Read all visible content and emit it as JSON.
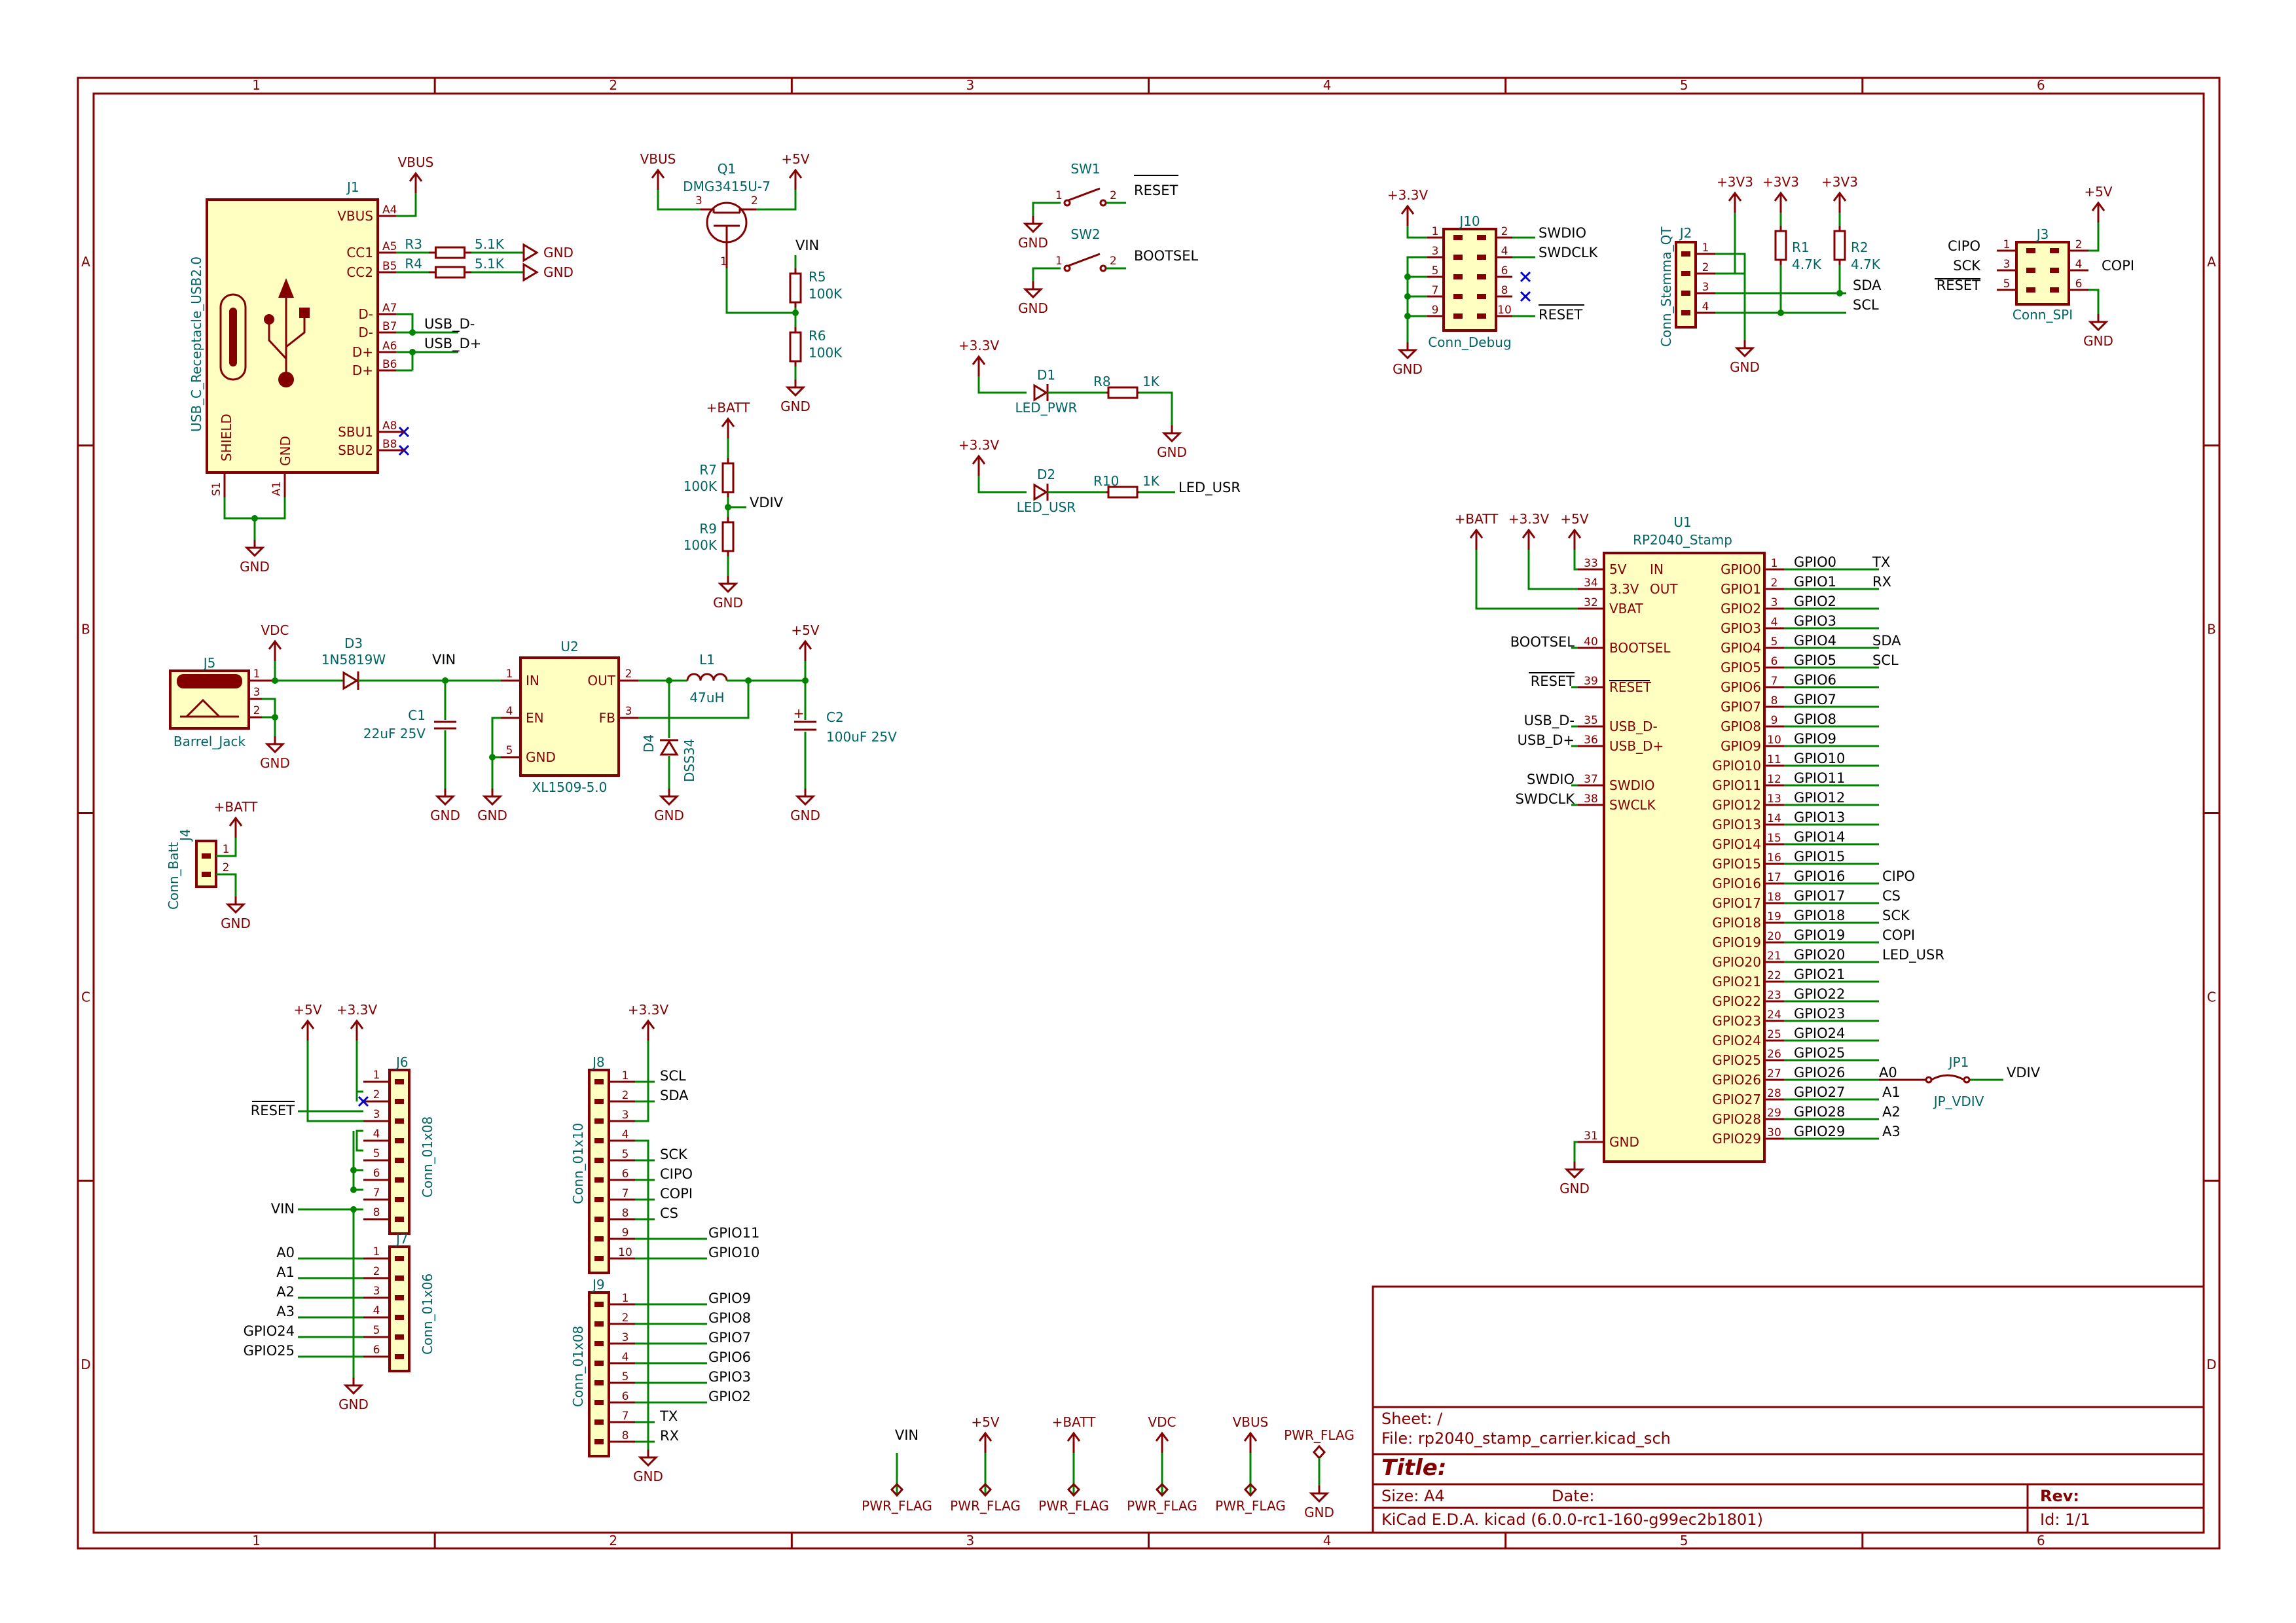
{
  "sheet": {
    "columns": [
      "1",
      "2",
      "3",
      "4",
      "5",
      "6"
    ],
    "rows": [
      "A",
      "B",
      "C",
      "D"
    ]
  },
  "title_block": {
    "sheet": "Sheet: /",
    "file": "File: rp2040_stamp_carrier.kicad_sch",
    "title": "Title:",
    "size": "Size: A4",
    "date": "Date:",
    "rev": "Rev:",
    "tool": "KiCad E.D.A.  kicad (6.0.0-rc1-160-g99ec2b1801)",
    "id": "Id: 1/1"
  },
  "components": {
    "J1": {
      "ref": "J1",
      "value": "USB_C_Receptacle_USB2.0",
      "pins_left": [
        "VBUS",
        "CC1",
        "CC2",
        "D-",
        "D-",
        "D+",
        "D+",
        "SBU1",
        "SBU2"
      ],
      "pins_num": [
        "A4",
        "A5",
        "B5",
        "A7",
        "B7",
        "A6",
        "B6",
        "A8",
        "B8"
      ],
      "shield": "SHIELD",
      "gnd": "GND",
      "s1": "S1",
      "a1": "A1"
    },
    "R3": {
      "ref": "R3",
      "value": "5.1K"
    },
    "R4": {
      "ref": "R4",
      "value": "5.1K"
    },
    "Q1": {
      "ref": "Q1",
      "value": "DMG3415U-7"
    },
    "R5": {
      "ref": "R5",
      "value": "100K"
    },
    "R6": {
      "ref": "R6",
      "value": "100K"
    },
    "R7": {
      "ref": "R7",
      "value": "100K"
    },
    "R9": {
      "ref": "R9",
      "value": "100K"
    },
    "SW1": {
      "ref": "SW1"
    },
    "SW2": {
      "ref": "SW2"
    },
    "D1": {
      "ref": "D1",
      "value": "LED_PWR"
    },
    "R8": {
      "ref": "R8",
      "value": "1K"
    },
    "D2": {
      "ref": "D2",
      "value": "LED_USR"
    },
    "R10": {
      "ref": "R10",
      "value": "1K"
    },
    "J10": {
      "ref": "J10",
      "value": "Conn_Debug"
    },
    "J2": {
      "ref": "J2",
      "value": "Conn_Stemma_QT"
    },
    "R1": {
      "ref": "R1",
      "value": "4.7K"
    },
    "R2": {
      "ref": "R2",
      "value": "4.7K"
    },
    "J3": {
      "ref": "J3",
      "value": "Conn_SPI"
    },
    "J5": {
      "ref": "J5",
      "value": "Barrel_Jack"
    },
    "D3": {
      "ref": "D3",
      "value": "1N5819W"
    },
    "C1": {
      "ref": "C1",
      "value": "22uF 25V"
    },
    "U2": {
      "ref": "U2",
      "value": "XL1509-5.0",
      "pins": [
        "IN",
        "EN",
        "GND",
        "OUT",
        "FB"
      ]
    },
    "L1": {
      "ref": "L1",
      "value": "47uH"
    },
    "D4": {
      "ref": "D4",
      "value": "DSS34"
    },
    "C2": {
      "ref": "C2",
      "value": "100uF 25V"
    },
    "J4": {
      "ref": "J4",
      "value": "Conn_Batt"
    },
    "J6": {
      "ref": "J6",
      "value": "Conn_01x08"
    },
    "J7": {
      "ref": "J7",
      "value": "Conn_01x06"
    },
    "J8": {
      "ref": "J8",
      "value": "Conn_01x10"
    },
    "J9": {
      "ref": "J9",
      "value": "Conn_01x08"
    },
    "U1": {
      "ref": "U1",
      "value": "RP2040_Stamp"
    },
    "JP1": {
      "ref": "JP1",
      "value": "JP_VDIV"
    }
  },
  "power_symbols": {
    "vbus": "VBUS",
    "p5v": "+5V",
    "p3v3": "+3.3V",
    "p3v3b": "+3V3",
    "batt": "+BATT",
    "vdc": "VDC",
    "gnd": "GND",
    "vin": "VIN",
    "pwrflag": "PWR_FLAG"
  },
  "nets": {
    "usb_dm": "USB_D-",
    "usb_dp": "USB_D+",
    "vin": "VIN",
    "vdiv": "VDIV",
    "reset": "RESET",
    "bootsel": "BOOTSEL",
    "swdio": "SWDIO",
    "swdclk": "SWDCLK",
    "sda": "SDA",
    "scl": "SCL",
    "cipo": "CIPO",
    "copi": "COPI",
    "sck": "SCK",
    "cs": "CS",
    "led_usr": "LED_USR",
    "tx": "TX",
    "rx": "RX",
    "a0": "A0",
    "a1": "A1",
    "a2": "A2",
    "a3": "A3",
    "gpio24": "GPIO24",
    "gpio25": "GPIO25",
    "gpio11": "GPIO11",
    "gpio10": "GPIO10",
    "gpio9": "GPIO9",
    "gpio8": "GPIO8",
    "gpio7": "GPIO7",
    "gpio6": "GPIO6",
    "gpio3": "GPIO3",
    "gpio2": "GPIO2"
  },
  "u1_left_pins": [
    {
      "num": "33",
      "name": "5V",
      "extra": "IN"
    },
    {
      "num": "34",
      "name": "3.3V",
      "extra": "OUT"
    },
    {
      "num": "32",
      "name": "VBAT",
      "extra": ""
    },
    {
      "num": "40",
      "name": "BOOTSEL",
      "extra": ""
    },
    {
      "num": "39",
      "name": "RESET",
      "extra": ""
    },
    {
      "num": "35",
      "name": "USB_D-",
      "extra": ""
    },
    {
      "num": "36",
      "name": "USB_D+",
      "extra": ""
    },
    {
      "num": "37",
      "name": "SWDIO",
      "extra": ""
    },
    {
      "num": "38",
      "name": "SWCLK",
      "extra": ""
    },
    {
      "num": "31",
      "name": "GND",
      "extra": ""
    }
  ],
  "u1_right_pins": [
    {
      "num": "1",
      "name": "GPIO0",
      "label": "GPIO0",
      "net": "TX"
    },
    {
      "num": "2",
      "name": "GPIO1",
      "label": "GPIO1",
      "net": "RX"
    },
    {
      "num": "3",
      "name": "GPIO2",
      "label": "GPIO2",
      "net": ""
    },
    {
      "num": "4",
      "name": "GPIO3",
      "label": "GPIO3",
      "net": ""
    },
    {
      "num": "5",
      "name": "GPIO4",
      "label": "GPIO4",
      "net": "SDA"
    },
    {
      "num": "6",
      "name": "GPIO5",
      "label": "GPIO5",
      "net": "SCL"
    },
    {
      "num": "7",
      "name": "GPIO6",
      "label": "GPIO6",
      "net": ""
    },
    {
      "num": "8",
      "name": "GPIO7",
      "label": "GPIO7",
      "net": ""
    },
    {
      "num": "9",
      "name": "GPIO8",
      "label": "GPIO8",
      "net": ""
    },
    {
      "num": "10",
      "name": "GPIO9",
      "label": "GPIO9",
      "net": ""
    },
    {
      "num": "11",
      "name": "GPIO10",
      "label": "GPIO10",
      "net": ""
    },
    {
      "num": "12",
      "name": "GPIO11",
      "label": "GPIO11",
      "net": ""
    },
    {
      "num": "13",
      "name": "GPIO12",
      "label": "GPIO12",
      "net": ""
    },
    {
      "num": "14",
      "name": "GPIO13",
      "label": "GPIO13",
      "net": ""
    },
    {
      "num": "15",
      "name": "GPIO14",
      "label": "GPIO14",
      "net": ""
    },
    {
      "num": "16",
      "name": "GPIO15",
      "label": "GPIO15",
      "net": ""
    },
    {
      "num": "17",
      "name": "GPIO16",
      "label": "GPIO16",
      "net": "CIPO"
    },
    {
      "num": "18",
      "name": "GPIO17",
      "label": "GPIO17",
      "net": "CS"
    },
    {
      "num": "19",
      "name": "GPIO18",
      "label": "GPIO18",
      "net": "SCK"
    },
    {
      "num": "20",
      "name": "GPIO19",
      "label": "GPIO19",
      "net": "COPI"
    },
    {
      "num": "21",
      "name": "GPIO20",
      "label": "GPIO20",
      "net": "LED_USR"
    },
    {
      "num": "22",
      "name": "GPIO21",
      "label": "GPIO21",
      "net": ""
    },
    {
      "num": "23",
      "name": "GPIO22",
      "label": "GPIO22",
      "net": ""
    },
    {
      "num": "24",
      "name": "GPIO23",
      "label": "GPIO23",
      "net": ""
    },
    {
      "num": "25",
      "name": "GPIO24",
      "label": "GPIO24",
      "net": ""
    },
    {
      "num": "26",
      "name": "GPIO25",
      "label": "GPIO25",
      "net": ""
    },
    {
      "num": "27",
      "name": "GPIO26",
      "label": "GPIO26",
      "net": "A0"
    },
    {
      "num": "28",
      "name": "GPIO27",
      "label": "GPIO27",
      "net": "A1"
    },
    {
      "num": "29",
      "name": "GPIO28",
      "label": "GPIO28",
      "net": "A2"
    },
    {
      "num": "30",
      "name": "GPIO29",
      "label": "GPIO29",
      "net": "A3"
    }
  ],
  "j6_pins": [
    "1",
    "2",
    "3",
    "4",
    "5",
    "6",
    "7",
    "8"
  ],
  "j7_pins": [
    "1",
    "2",
    "3",
    "4",
    "5",
    "6"
  ],
  "j8_pins": [
    "1",
    "2",
    "3",
    "4",
    "5",
    "6",
    "7",
    "8",
    "9",
    "10"
  ],
  "j9_pins": [
    "1",
    "2",
    "3",
    "4",
    "5",
    "6",
    "7",
    "8"
  ],
  "j10_pins": [
    "1",
    "2",
    "3",
    "4",
    "5",
    "6",
    "7",
    "8",
    "9",
    "10"
  ]
}
